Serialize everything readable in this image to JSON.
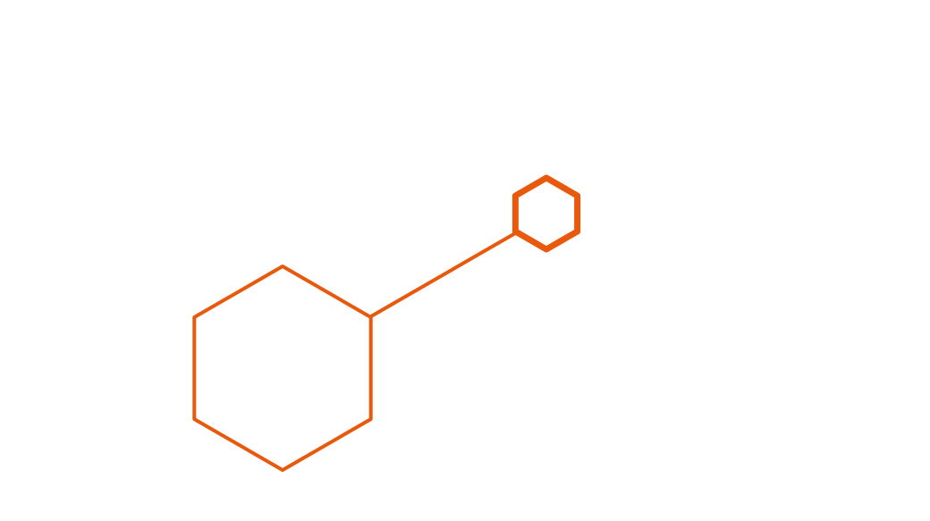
{
  "diagram": {
    "stroke_color": "#E8590C",
    "background_color": "#FFFFFF",
    "nodes": [
      {
        "id": "large-hexagon",
        "shape": "hexagon"
      },
      {
        "id": "small-hexagon",
        "shape": "hexagon"
      }
    ],
    "edges": [
      {
        "from": "large-hexagon",
        "to": "small-hexagon"
      }
    ]
  }
}
